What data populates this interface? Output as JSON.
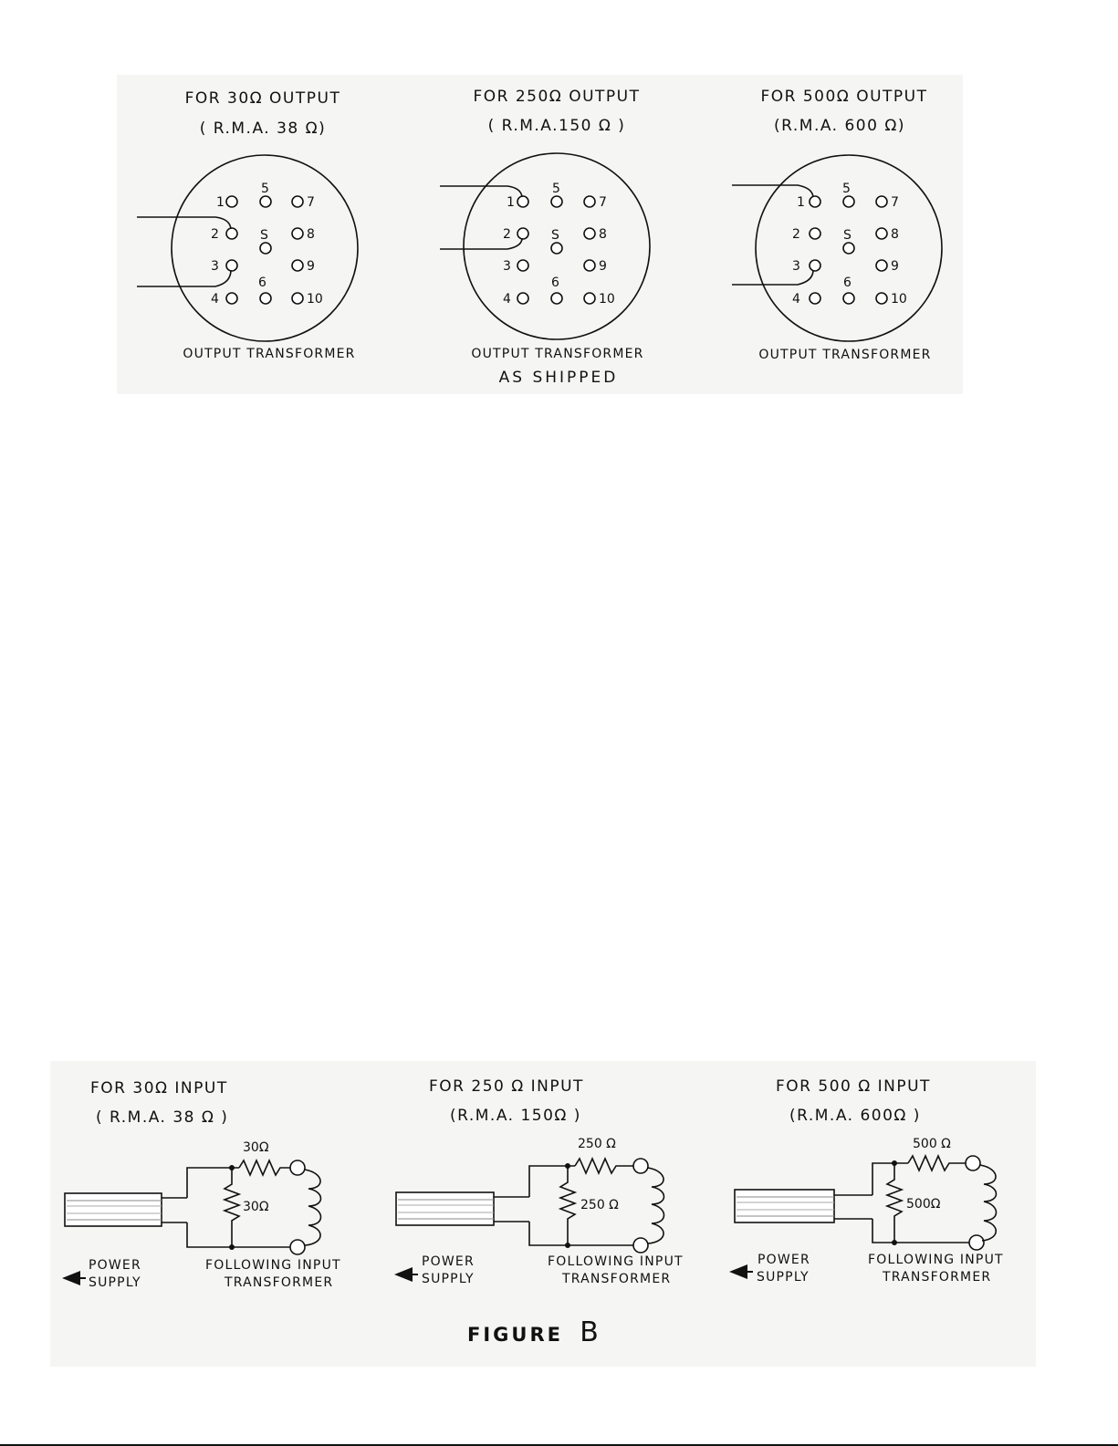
{
  "output_panels": [
    {
      "title": "FOR  30Ω OUTPUT",
      "rma": "( R.M.A.  38 Ω)",
      "caption": "OUTPUT  TRANSFORMER",
      "subcaption": "",
      "wired_pins": [
        "2",
        "3"
      ]
    },
    {
      "title": "FOR  250Ω OUTPUT",
      "rma": "( R.M.A.150 Ω )",
      "caption": "OUTPUT  TRANSFORMER",
      "subcaption": "AS  SHIPPED",
      "wired_pins": [
        "1",
        "2"
      ]
    },
    {
      "title": "FOR  500Ω OUTPUT",
      "rma": "(R.M.A.  600 Ω)",
      "caption": "OUTPUT  TRANSFORMER",
      "subcaption": "",
      "wired_pins": [
        "1",
        "3"
      ]
    }
  ],
  "pin_labels": {
    "p1": "1",
    "p2": "2",
    "p3": "3",
    "p4": "4",
    "p5": "5",
    "p6": "6",
    "p7": "7",
    "p8": "8",
    "p9": "9",
    "p10": "10",
    "ps": "S"
  },
  "input_panels": [
    {
      "title": "FOR  30Ω   INPUT",
      "rma": "( R.M.A.  38 Ω )",
      "series_resistor": "30Ω",
      "shunt_resistor": "30Ω",
      "supply_label_1": "POWER",
      "supply_label_2": "SUPPLY",
      "transformer_label_1": "FOLLOWING INPUT",
      "transformer_label_2": "TRANSFORMER"
    },
    {
      "title": "FOR  250 Ω  INPUT",
      "rma": "(R.M.A.  150Ω )",
      "series_resistor": "250 Ω",
      "shunt_resistor": "250 Ω",
      "supply_label_1": "POWER",
      "supply_label_2": "SUPPLY",
      "transformer_label_1": "FOLLOWING INPUT",
      "transformer_label_2": "TRANSFORMER"
    },
    {
      "title": "FOR  500 Ω  INPUT",
      "rma": "(R.M.A.  600Ω  )",
      "series_resistor": "500 Ω",
      "shunt_resistor": "500Ω",
      "supply_label_1": "POWER",
      "supply_label_2": "SUPPLY",
      "transformer_label_1": "FOLLOWING INPUT",
      "transformer_label_2": "TRANSFORMER"
    }
  ],
  "figure": {
    "prefix": "FIGURE",
    "letter": "B"
  }
}
